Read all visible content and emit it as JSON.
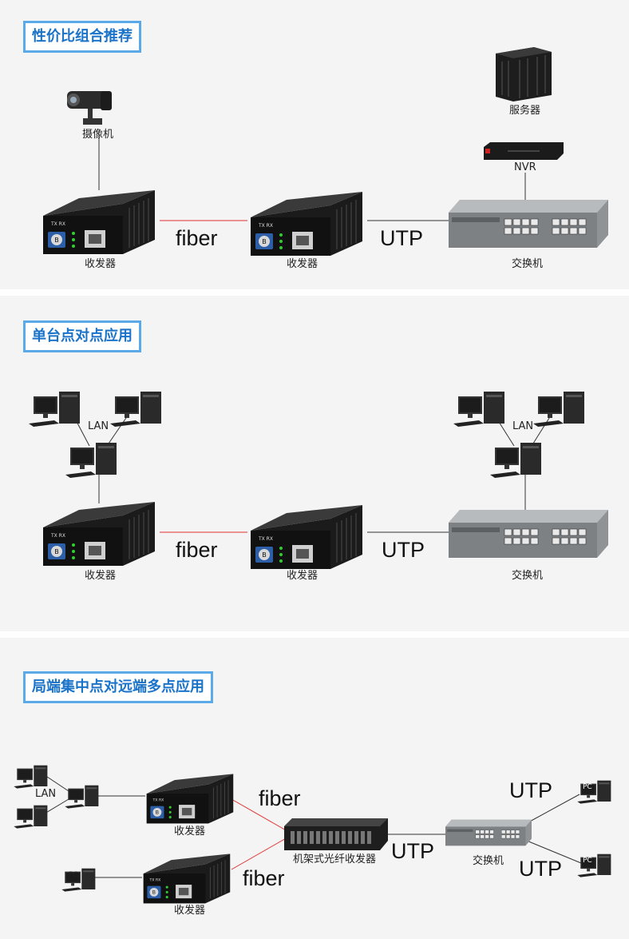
{
  "section1": {
    "title": "性价比组合推荐",
    "camera_label": "摄像机",
    "server_label": "服务器",
    "nvr_label": "NVR",
    "converter1_label": "收发器",
    "converter2_label": "收发器",
    "switch_label": "交换机",
    "fiber_label": "fiber",
    "utp_label": "UTP"
  },
  "section2": {
    "title": "单台点对点应用",
    "lan_left": "LAN",
    "lan_right": "LAN",
    "converter1_label": "收发器",
    "converter2_label": "收发器",
    "switch_label": "交换机",
    "fiber_label": "fiber",
    "utp_label": "UTP"
  },
  "section3": {
    "title": "局端集中点对远端多点应用",
    "lan_label": "LAN",
    "converter1_label": "收发器",
    "converter2_label": "收发器",
    "rack_label": "机架式光纤收发器",
    "switch_label": "交换机",
    "fiber_top": "fiber",
    "fiber_bottom": "fiber",
    "utp_mid": "UTP",
    "utp_top": "UTP",
    "utp_bottom": "UTP",
    "pc_tag": "PC"
  },
  "colors": {
    "fiber_line": "#e03030",
    "utp_line": "#333333",
    "title_border": "#5aa9e8",
    "title_text": "#1a73c8"
  }
}
